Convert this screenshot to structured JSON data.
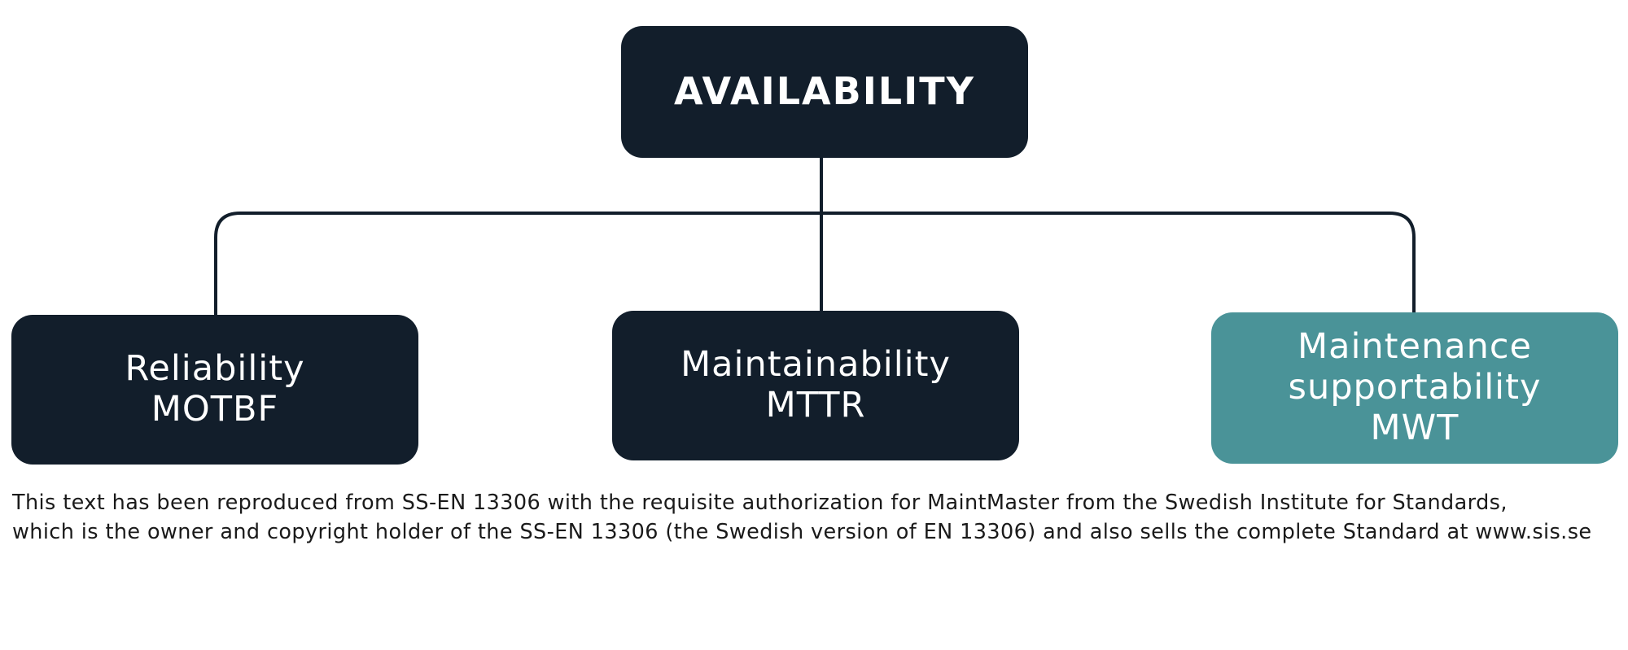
{
  "diagram": {
    "root": {
      "label": "AVAILABILITY"
    },
    "children": [
      {
        "lines": [
          "Reliability",
          "MOTBF"
        ],
        "color": "#121e2b"
      },
      {
        "lines": [
          "Maintainability",
          "MTTR"
        ],
        "color": "#121e2b"
      },
      {
        "lines": [
          "Maintenance",
          "supportability",
          "MWT"
        ],
        "color": "#4a9398"
      }
    ],
    "connector_color": "#121e2b"
  },
  "footnote": {
    "lines": [
      "This text has been reproduced from SS-EN 13306 with the requisite authorization for MaintMaster from the Swedish Institute for Standards,",
      "which is the owner and copyright holder of the SS-EN 13306 (the Swedish version of EN 13306) and also sells the complete Standard at www.sis.se"
    ]
  }
}
